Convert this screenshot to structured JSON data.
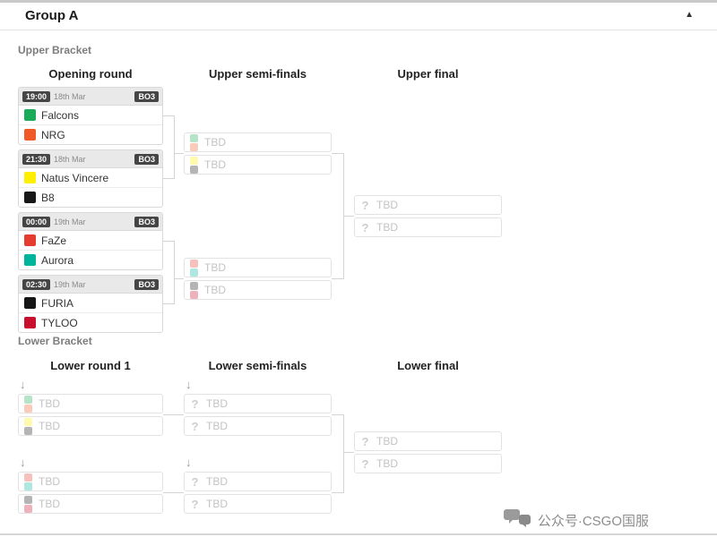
{
  "header": {
    "title": "Group A",
    "collapse_icon": "▲"
  },
  "glyphs": {
    "question": "?",
    "drop_arrow": "↓"
  },
  "upper": {
    "label": "Upper Bracket",
    "columns": [
      "Opening round",
      "Upper semi-finals",
      "Upper final"
    ],
    "matches": [
      {
        "time": "19:00",
        "date": "18th Mar",
        "format": "BO3",
        "teams": [
          {
            "name": "Falcons",
            "color": "#1aab58"
          },
          {
            "name": "NRG",
            "color": "#f05a28"
          }
        ]
      },
      {
        "time": "21:30",
        "date": "18th Mar",
        "format": "BO3",
        "teams": [
          {
            "name": "Natus Vincere",
            "color": "#ffee00"
          },
          {
            "name": "B8",
            "color": "#181818"
          }
        ]
      },
      {
        "time": "00:00",
        "date": "19th Mar",
        "format": "BO3",
        "teams": [
          {
            "name": "FaZe",
            "color": "#e43d30"
          },
          {
            "name": "Aurora",
            "color": "#00b39b"
          }
        ]
      },
      {
        "time": "02:30",
        "date": "19th Mar",
        "format": "BO3",
        "teams": [
          {
            "name": "FURIA",
            "color": "#151515"
          },
          {
            "name": "TYLOO",
            "color": "#c8102e"
          }
        ]
      }
    ],
    "semis": [
      {
        "slots": [
          {
            "label": "TBD",
            "ghosts": [
              "#1aab58",
              "#f05a28"
            ]
          },
          {
            "label": "TBD",
            "ghosts": [
              "#ffee00",
              "#181818"
            ]
          }
        ]
      },
      {
        "slots": [
          {
            "label": "TBD",
            "ghosts": [
              "#e43d30",
              "#00b39b"
            ]
          },
          {
            "label": "TBD",
            "ghosts": [
              "#151515",
              "#c8102e"
            ]
          }
        ]
      }
    ],
    "final": {
      "slots": [
        {
          "label": "TBD"
        },
        {
          "label": "TBD"
        }
      ]
    }
  },
  "lower": {
    "label": "Lower Bracket",
    "columns": [
      "Lower round 1",
      "Lower semi-finals",
      "Lower final"
    ],
    "round1": [
      {
        "slots": [
          {
            "label": "TBD",
            "ghosts": [
              "#1aab58",
              "#f05a28"
            ]
          },
          {
            "label": "TBD",
            "ghosts": [
              "#ffee00",
              "#181818"
            ]
          }
        ]
      },
      {
        "slots": [
          {
            "label": "TBD",
            "ghosts": [
              "#e43d30",
              "#00b39b"
            ]
          },
          {
            "label": "TBD",
            "ghosts": [
              "#151515",
              "#c8102e"
            ]
          }
        ]
      }
    ],
    "semis": [
      {
        "slots": [
          {
            "label": "TBD"
          },
          {
            "label": "TBD"
          }
        ]
      },
      {
        "slots": [
          {
            "label": "TBD"
          },
          {
            "label": "TBD"
          }
        ]
      }
    ],
    "final": {
      "slots": [
        {
          "label": "TBD"
        },
        {
          "label": "TBD"
        }
      ]
    }
  },
  "watermark": {
    "text": "公众号·CSGO国服"
  }
}
